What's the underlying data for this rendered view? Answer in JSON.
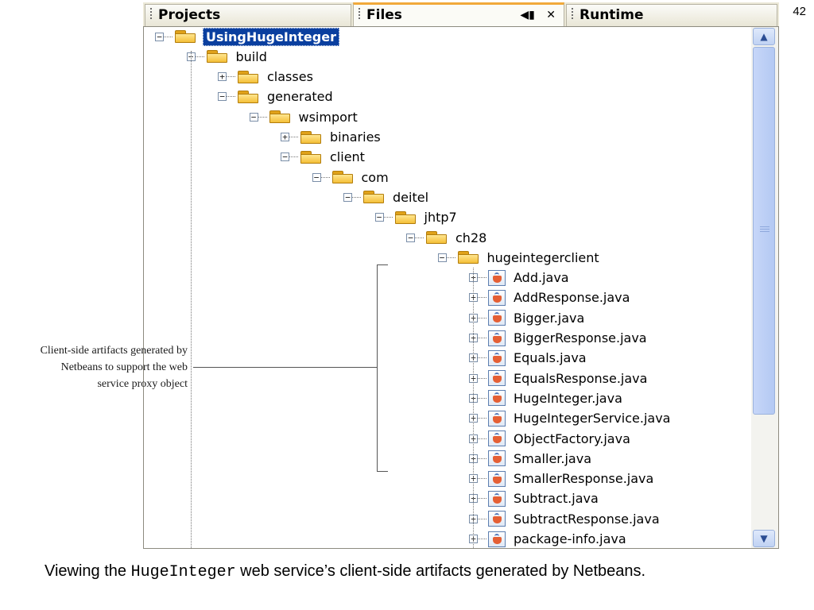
{
  "slide_number": "42",
  "tabs": [
    {
      "label": "Projects"
    },
    {
      "label": "Files"
    },
    {
      "label": "Runtime"
    }
  ],
  "files_tab_tools": {
    "dropdown_icon": "◀▮",
    "close_icon": "✕"
  },
  "tree": [
    {
      "label": "UsingHugeInteger",
      "type": "folder",
      "depth": 0,
      "expander": "minus",
      "selected": true
    },
    {
      "label": "build",
      "type": "folder",
      "depth": 1,
      "expander": "minus"
    },
    {
      "label": "classes",
      "type": "folder",
      "depth": 2,
      "expander": "plus"
    },
    {
      "label": "generated",
      "type": "folder",
      "depth": 2,
      "expander": "minus"
    },
    {
      "label": "wsimport",
      "type": "folder",
      "depth": 3,
      "expander": "minus"
    },
    {
      "label": "binaries",
      "type": "folder",
      "depth": 4,
      "expander": "plus"
    },
    {
      "label": "client",
      "type": "folder",
      "depth": 4,
      "expander": "minus"
    },
    {
      "label": "com",
      "type": "folder",
      "depth": 5,
      "expander": "minus"
    },
    {
      "label": "deitel",
      "type": "folder",
      "depth": 6,
      "expander": "minus"
    },
    {
      "label": "jhtp7",
      "type": "folder",
      "depth": 7,
      "expander": "minus"
    },
    {
      "label": "ch28",
      "type": "folder",
      "depth": 8,
      "expander": "minus"
    },
    {
      "label": "hugeintegerclient",
      "type": "folder",
      "depth": 9,
      "expander": "minus"
    },
    {
      "label": "Add.java",
      "type": "java",
      "depth": 10,
      "expander": "plus"
    },
    {
      "label": "AddResponse.java",
      "type": "java",
      "depth": 10,
      "expander": "plus"
    },
    {
      "label": "Bigger.java",
      "type": "java",
      "depth": 10,
      "expander": "plus"
    },
    {
      "label": "BiggerResponse.java",
      "type": "java",
      "depth": 10,
      "expander": "plus"
    },
    {
      "label": "Equals.java",
      "type": "java",
      "depth": 10,
      "expander": "plus"
    },
    {
      "label": "EqualsResponse.java",
      "type": "java",
      "depth": 10,
      "expander": "plus"
    },
    {
      "label": "HugeInteger.java",
      "type": "java",
      "depth": 10,
      "expander": "plus"
    },
    {
      "label": "HugeIntegerService.java",
      "type": "java",
      "depth": 10,
      "expander": "plus"
    },
    {
      "label": "ObjectFactory.java",
      "type": "java",
      "depth": 10,
      "expander": "plus"
    },
    {
      "label": "Smaller.java",
      "type": "java",
      "depth": 10,
      "expander": "plus"
    },
    {
      "label": "SmallerResponse.java",
      "type": "java",
      "depth": 10,
      "expander": "plus"
    },
    {
      "label": "Subtract.java",
      "type": "java",
      "depth": 10,
      "expander": "plus"
    },
    {
      "label": "SubtractResponse.java",
      "type": "java",
      "depth": 10,
      "expander": "plus"
    },
    {
      "label": "package-info.java",
      "type": "java",
      "depth": 10,
      "expander": "plus"
    }
  ],
  "callout": {
    "lines": [
      "Client-side artifacts generated by",
      "Netbeans to support the web",
      "service proxy object"
    ]
  },
  "caption": {
    "prefix": "Viewing the ",
    "code": "HugeInteger",
    "suffix": " web service’s client-side artifacts generated by Netbeans."
  },
  "scrollbar": {
    "up_icon": "▲",
    "down_icon": "▼"
  }
}
